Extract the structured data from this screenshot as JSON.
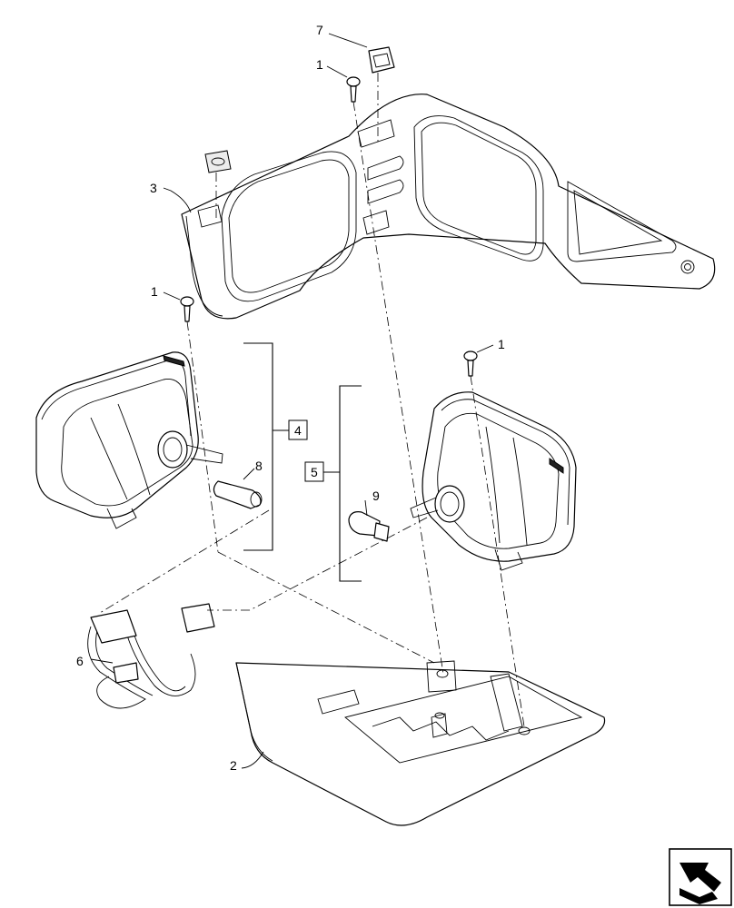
{
  "callouts": {
    "c1a": "1",
    "c1b": "1",
    "c1c": "1",
    "c2": "2",
    "c3": "3",
    "c4": "4",
    "c5": "5",
    "c6": "6",
    "c7": "7",
    "c8": "8",
    "c9": "9"
  },
  "icons": {
    "nav": "page-turn-arrow-icon"
  }
}
